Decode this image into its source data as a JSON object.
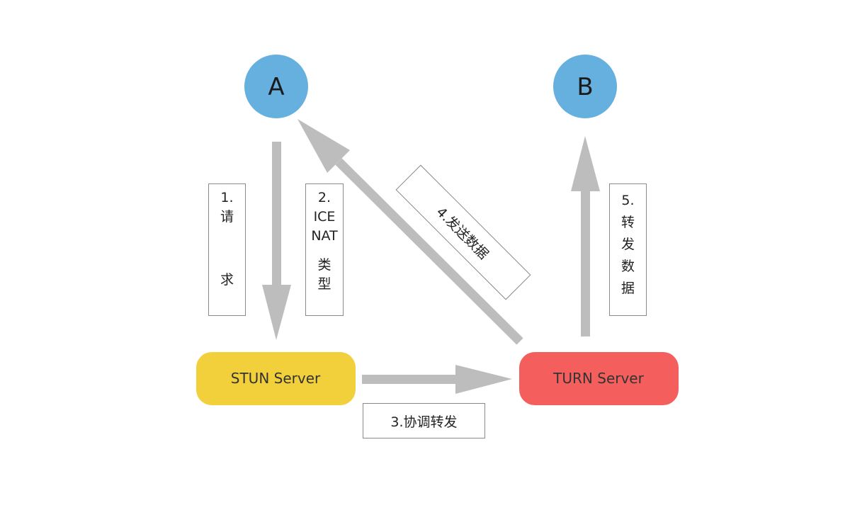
{
  "nodes": {
    "a": {
      "label": "A"
    },
    "b": {
      "label": "B"
    },
    "stun": {
      "label": "STUN Server"
    },
    "turn": {
      "label": "TURN Server"
    }
  },
  "steps": {
    "step1": {
      "lines": [
        "1.",
        "请",
        "求"
      ]
    },
    "step2": {
      "lines": [
        "2.",
        "ICE",
        "NAT",
        "类",
        "型"
      ]
    },
    "step3": {
      "label": "3.协调转发"
    },
    "step4": {
      "label": "4.发送数据"
    },
    "step5": {
      "lines": [
        "5.",
        "转",
        "发",
        "数",
        "据"
      ]
    }
  },
  "colors": {
    "circle": "#65b0df",
    "stun": "#f2d03b",
    "turn": "#f45f5e",
    "arrow": "#bdbdbd",
    "border": "#8a8a8a"
  }
}
